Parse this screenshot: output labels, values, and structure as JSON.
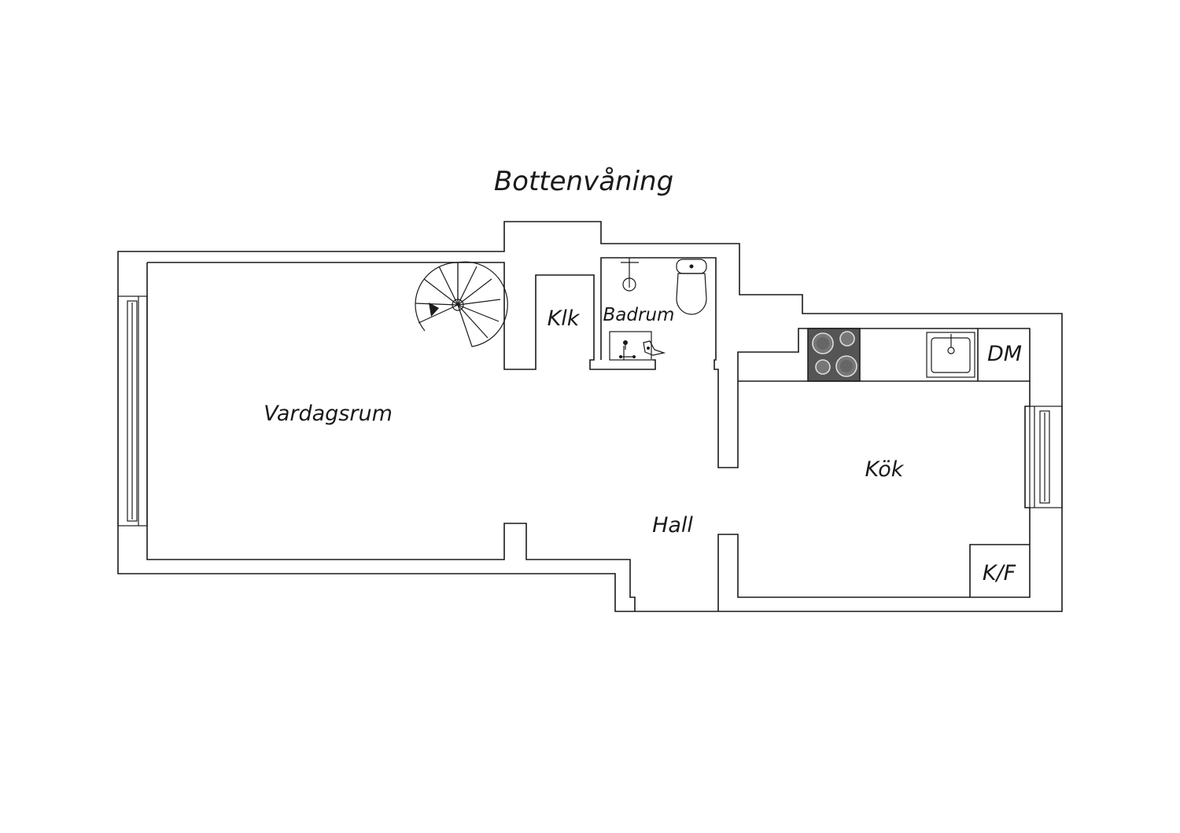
{
  "title": "Bottenvåning",
  "rooms": {
    "living": "Vardagsrum",
    "closet": "Klk",
    "bath": "Badrum",
    "kitchen": "Kök",
    "hall": "Hall",
    "dishwasher": "DM",
    "fridge_freezer": "K/F"
  },
  "colors": {
    "line": "#1a1a1a",
    "stove": "#555555",
    "background": "#ffffff"
  }
}
